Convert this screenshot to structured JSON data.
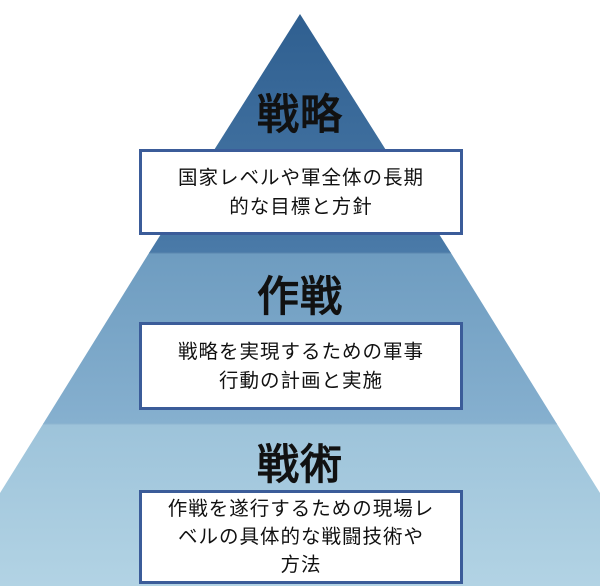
{
  "colors": {
    "tier_top": "#3f6e9c",
    "tier_middle": "#76a2c4",
    "tier_bottom": "#a6cadd",
    "box_border": "#3b5c99"
  },
  "tiers": [
    {
      "title": "戦略",
      "lines": [
        "国家レベルや軍全体の長期",
        "的な目標と方針"
      ]
    },
    {
      "title": "作戦",
      "lines": [
        "戦略を実現するための軍事",
        "行動の計画と実施"
      ]
    },
    {
      "title": "戦術",
      "lines": [
        "作戦を遂行するための現場レ",
        "ベルの具体的な戦闘技術や",
        "方法"
      ]
    }
  ]
}
